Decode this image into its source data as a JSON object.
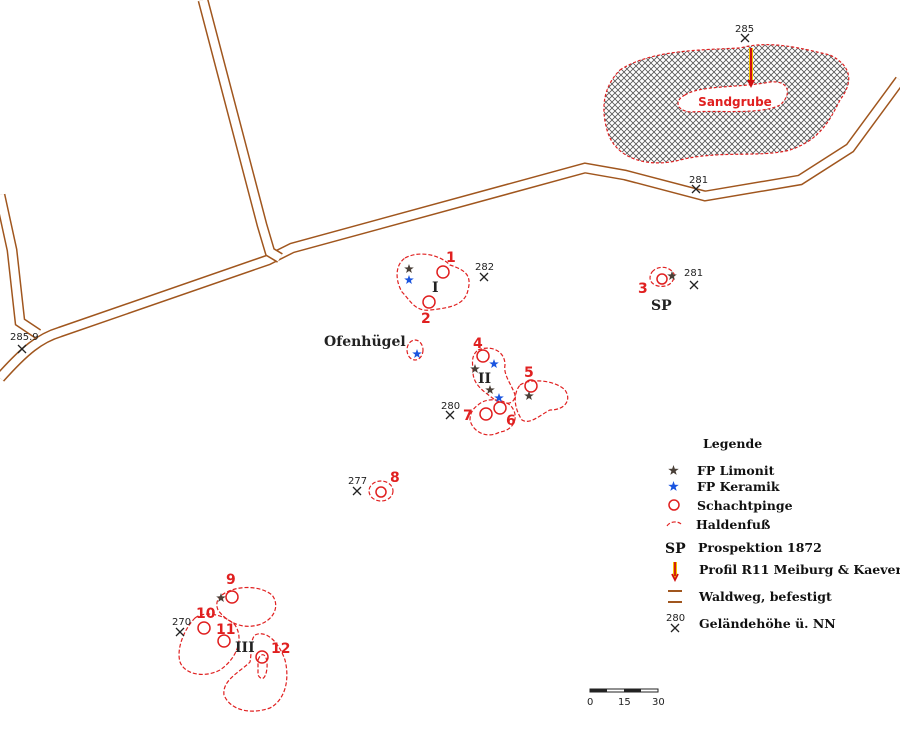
{
  "elevations": [
    "285",
    "281",
    "282",
    "281",
    "285.9",
    "280",
    "277",
    "270"
  ],
  "sandgrube_label": "Sandgrube",
  "ofenhuegel_label": "Ofenhügel",
  "sp_label": "SP",
  "pinge_numbers": [
    "1",
    "2",
    "3",
    "4",
    "5",
    "6",
    "7",
    "8",
    "9",
    "10",
    "11",
    "12"
  ],
  "groups": [
    "I",
    "II",
    "III"
  ],
  "legend": {
    "title": "Legende",
    "items": [
      "FP Limonit",
      "FP Keramik",
      "Schachtpinge",
      "Haldenfuß",
      "Prospektion 1872",
      "Profil R11 Meiburg & Kaever",
      "Waldweg, befestigt",
      "Geländehöhe ü. NN"
    ],
    "sp_symbol": "SP",
    "elev_symbol": "280"
  },
  "scale": {
    "labels": [
      "0",
      "15",
      "30"
    ]
  },
  "colors": {
    "road": "#a0561e",
    "halde": "#e02020",
    "limonit": "#4a4038",
    "keramik": "#1a55e0"
  }
}
